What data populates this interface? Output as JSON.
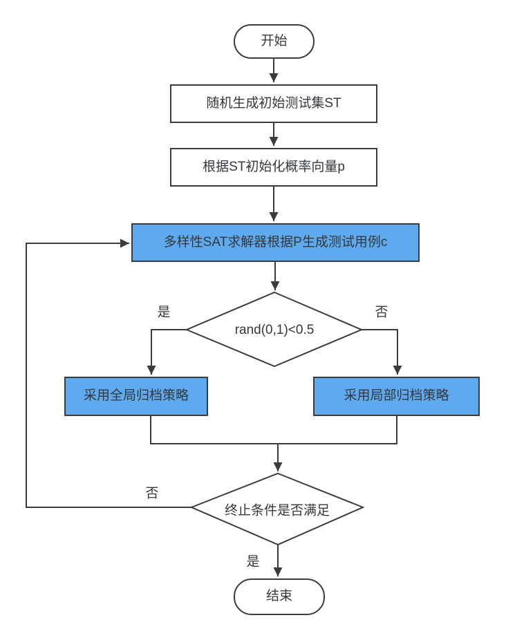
{
  "diagram": {
    "type": "flowchart",
    "nodes": {
      "start": {
        "label": "开始"
      },
      "generate_initial": {
        "label": "随机生成初始测试集ST"
      },
      "init_probability": {
        "label": "根据ST初始化概率向量p"
      },
      "sat_solver": {
        "label": "多样性SAT求解器根据P生成测试用例c"
      },
      "rand_decision": {
        "label": "rand(0,1)<0.5"
      },
      "global_archive": {
        "label": "采用全局归档策略"
      },
      "local_archive": {
        "label": "采用局部归档策略"
      },
      "termination_decision": {
        "label": "终止条件是否满足"
      },
      "end": {
        "label": "结束"
      }
    },
    "edge_labels": {
      "rand_yes": "是",
      "rand_no": "否",
      "termination_no": "否",
      "termination_yes": "是"
    },
    "colors": {
      "highlight_fill": "#5faaef",
      "shape_fill": "#ffffff",
      "stroke": "#373c41",
      "text": "#33383d"
    }
  }
}
